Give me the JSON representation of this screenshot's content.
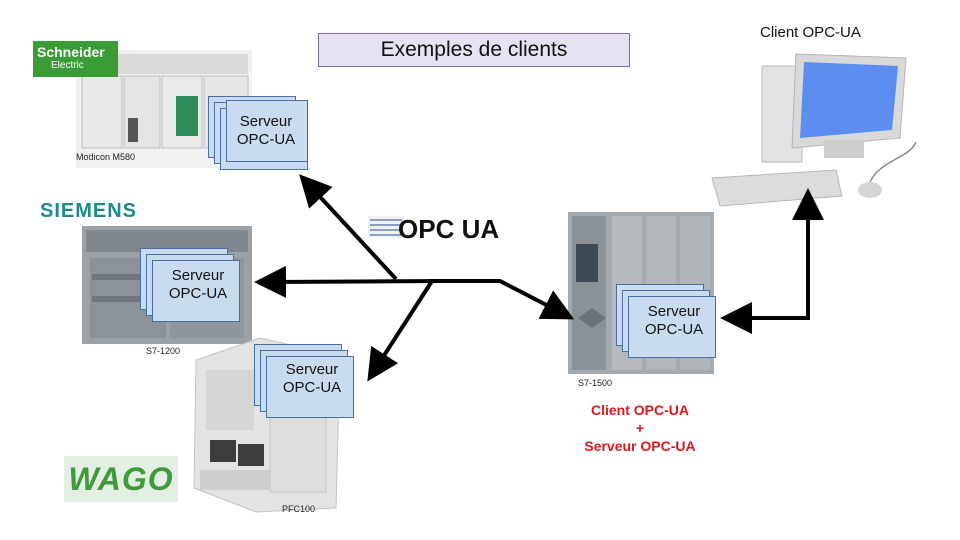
{
  "title": "Exemples de clients",
  "client_title": "Client OPC-UA",
  "brands": {
    "schneider_line1": "Schneider",
    "schneider_line2": "Electric",
    "siemens": "SIEMENS",
    "wago": "WAGO"
  },
  "logo_text": "OPC UA",
  "servers": {
    "schneider": {
      "line1": "Serveur",
      "line2": "OPC-UA"
    },
    "s71200": {
      "line1": "Serveur",
      "line2": "OPC-UA"
    },
    "wago": {
      "line1": "Serveur",
      "line2": "OPC-UA"
    },
    "s71500": {
      "line1": "Serveur",
      "line2": "OPC-UA"
    }
  },
  "captions": {
    "m580": "Modicon M580",
    "s71200": "S7-1200",
    "pfc100": "PFC100",
    "s71500": "S7-1500"
  },
  "role": {
    "line1": "Client OPC-UA",
    "line2": "+",
    "line3": "Serveur OPC-UA"
  },
  "colors": {
    "server_fill": "#c9dcef",
    "server_border": "#4a6fa5",
    "title_fill": "#e6e2f1",
    "title_border": "#7f6ea8",
    "role_text": "#e0161d",
    "arrow": "#000000"
  }
}
